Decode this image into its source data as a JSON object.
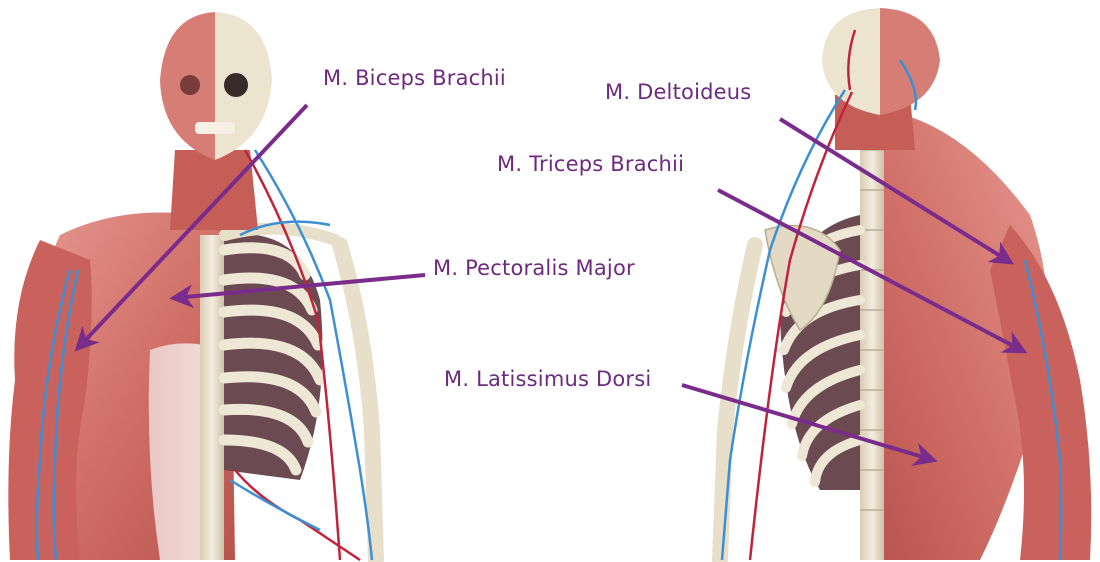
{
  "labels": {
    "biceps": "M. Biceps Brachii",
    "pectoralis": "M. Pectoralis Major",
    "deltoideus": "M. Deltoideus",
    "triceps": "M. Triceps Brachii",
    "latissimus": "M. Latissimus Dorsi"
  },
  "colors": {
    "label": "#6d2a7e",
    "arrow": "#7a2c8c",
    "muscle": "#cf6a64",
    "muscle_light": "#e59891",
    "bone": "#ece4d2",
    "bone_shadow": "#b9ad94",
    "vein": "#3c8fd2",
    "artery": "#c0243a"
  },
  "views": {
    "left": "anterior-view",
    "right": "posterior-view"
  }
}
